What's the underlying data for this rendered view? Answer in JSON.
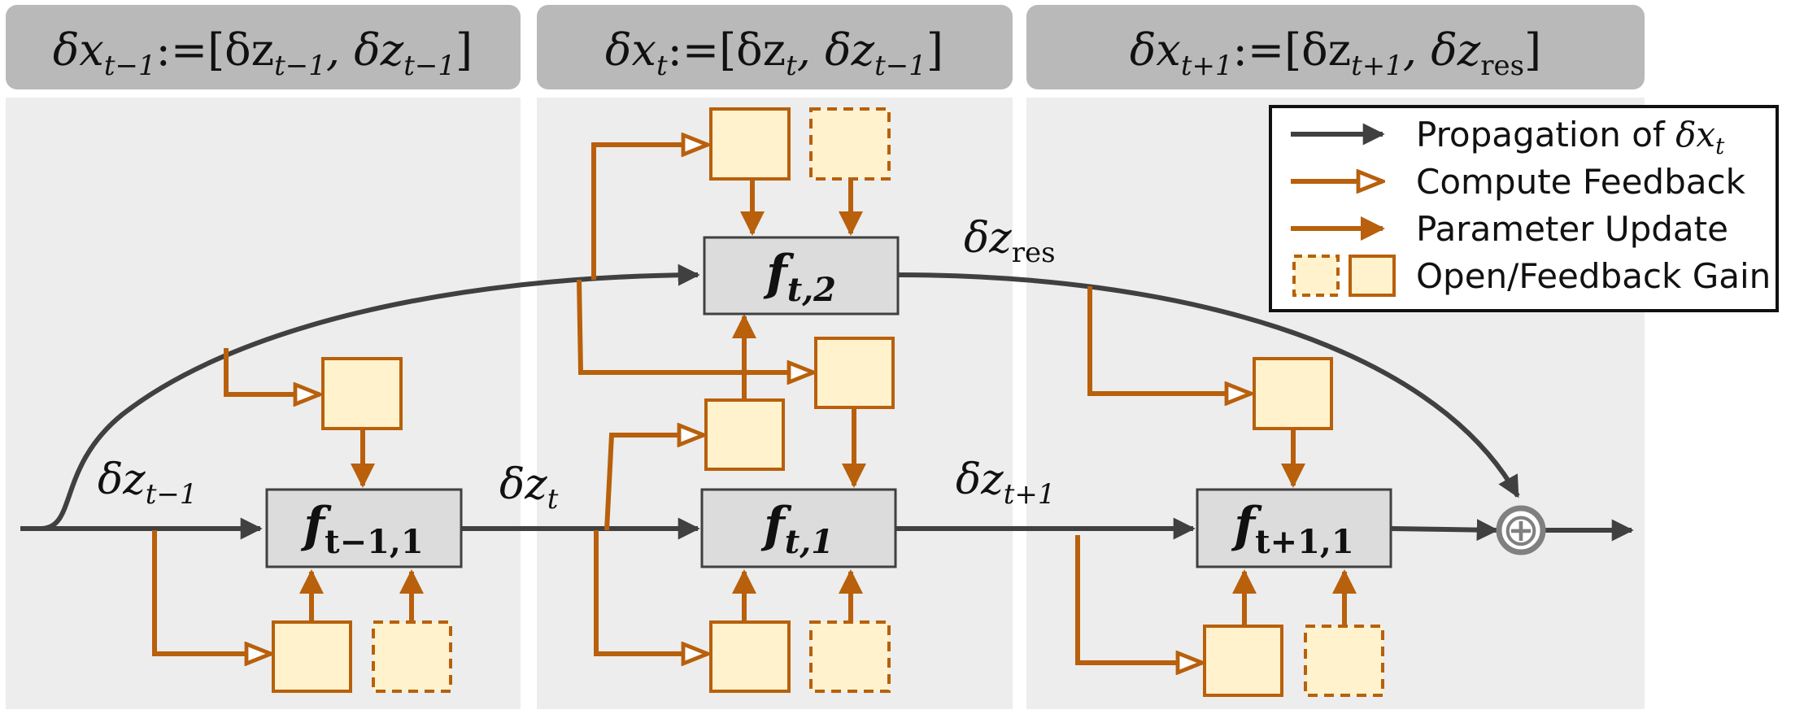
{
  "headers": [
    {
      "main": "δx",
      "sub": "t−1",
      "mid": ":=[δz",
      "sub2": "t−1",
      "mid2": ", δz",
      "sub3": "t−1",
      "end": "]"
    },
    {
      "main": "δx",
      "sub": "t",
      "mid": ":=[δz",
      "sub2": "t",
      "mid2": ", δz",
      "sub3": "t−1",
      "end": "]"
    },
    {
      "main": "δx",
      "sub": "t+1",
      "mid": ":=[δz",
      "sub2": "t+1",
      "mid2": ", δz",
      "sub3": "res",
      "end": "]"
    }
  ],
  "functions": [
    {
      "id": "f-t-minus-1-1",
      "main": "f",
      "sub": "t−1,1"
    },
    {
      "id": "f-t-1",
      "main": "f",
      "sub": "t,1"
    },
    {
      "id": "f-t-2",
      "main": "f",
      "sub": "t,2"
    },
    {
      "id": "f-t-plus-1-1",
      "main": "f",
      "sub": "t+1,1"
    }
  ],
  "signals": [
    {
      "id": "dz-t-minus-1",
      "main": "δz",
      "sub": "t−1"
    },
    {
      "id": "dz-t",
      "main": "δz",
      "sub": "t"
    },
    {
      "id": "dz-t-plus-1",
      "main": "δz",
      "sub": "t+1"
    },
    {
      "id": "dz-res",
      "main": "δz",
      "sub": "res"
    }
  ],
  "sum_symbol": "⊕",
  "legend": {
    "propagation_prefix": "Propagation of ",
    "propagation_var": "δx",
    "propagation_sub": "t",
    "compute_feedback": "Compute Feedback",
    "parameter_update": "Parameter Update",
    "gain": "Open/Feedback Gain"
  },
  "colors": {
    "propagation": "#404040",
    "feedback": "#b8600c",
    "gain_fill": "#fff2cc",
    "function_fill": "#dcdcdc",
    "panel": "#ededed",
    "header": "#b9b9b9"
  }
}
